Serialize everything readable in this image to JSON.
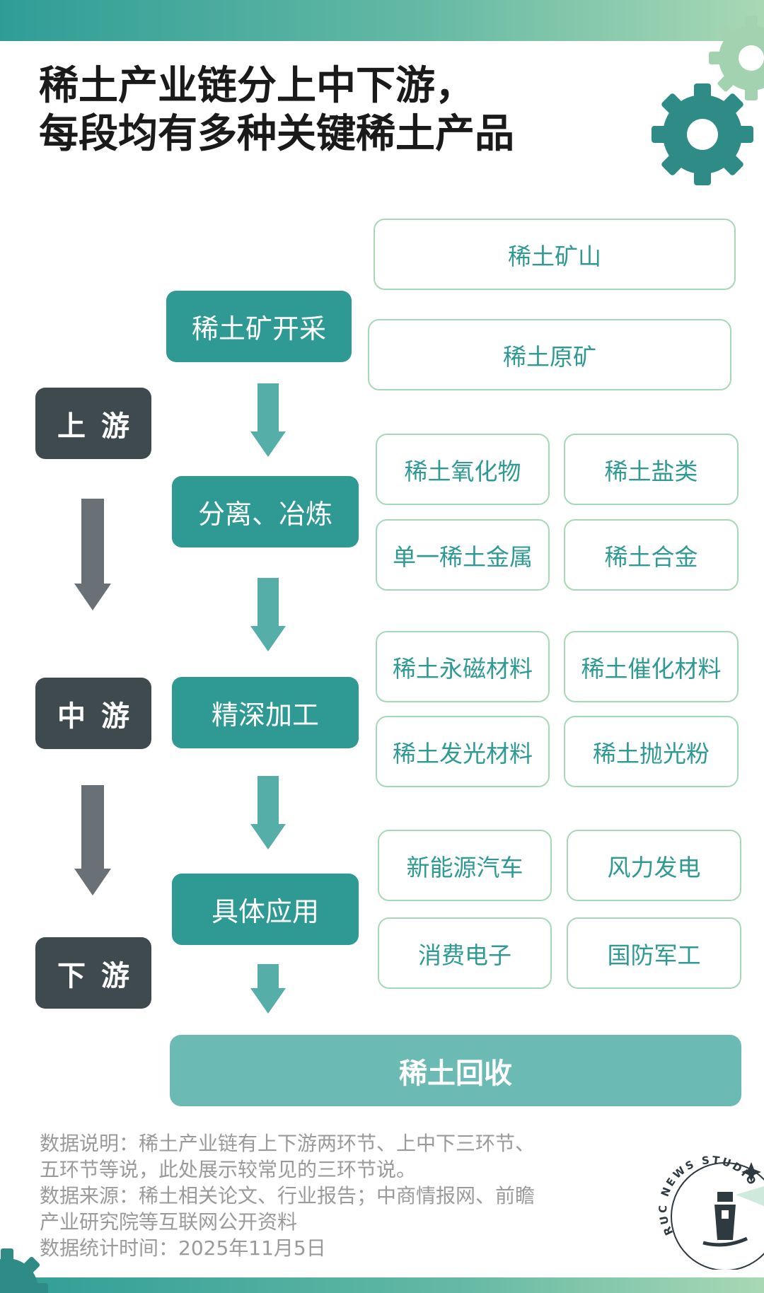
{
  "title": {
    "line1": "稀土产业链分上中下游，",
    "line2": "每段均有多种关键稀土产品"
  },
  "stages": {
    "upstream": "上游",
    "midstream": "中游",
    "downstream": "下游"
  },
  "steps": {
    "mining": "稀土矿开采",
    "separation": "分离、冶炼",
    "processing": "精深加工",
    "application": "具体应用",
    "recycling": "稀土回收"
  },
  "products": {
    "mining": [
      "稀土矿山",
      "稀土原矿"
    ],
    "separation": [
      "稀土氧化物",
      "稀土盐类",
      "单一稀土金属",
      "稀土合金"
    ],
    "processing": [
      "稀土永磁材料",
      "稀土催化材料",
      "稀土发光材料",
      "稀土抛光粉"
    ],
    "application": [
      "新能源汽车",
      "风力发电",
      "消费电子",
      "国防军工"
    ]
  },
  "notes": {
    "line1": "数据说明：稀土产业链有上下游两环节、上中下三环节、",
    "line2": "五环节等说，此处展示较常见的三环节说。",
    "line3": "数据来源：稀土相关论文、行业报告；中商情报网、前瞻",
    "line4": "产业研究院等互联网公开资料",
    "line5": "数据统计时间：2025年11月5日"
  },
  "logo": {
    "ring_text": "RUC NEWS STUDIO"
  },
  "colors": {
    "teal": "#2e9a93",
    "dark_stage": "#3f4a4f",
    "product_border": "#a6d8b8",
    "recycle": "#6bbab4",
    "gear": "#2e8b86"
  }
}
